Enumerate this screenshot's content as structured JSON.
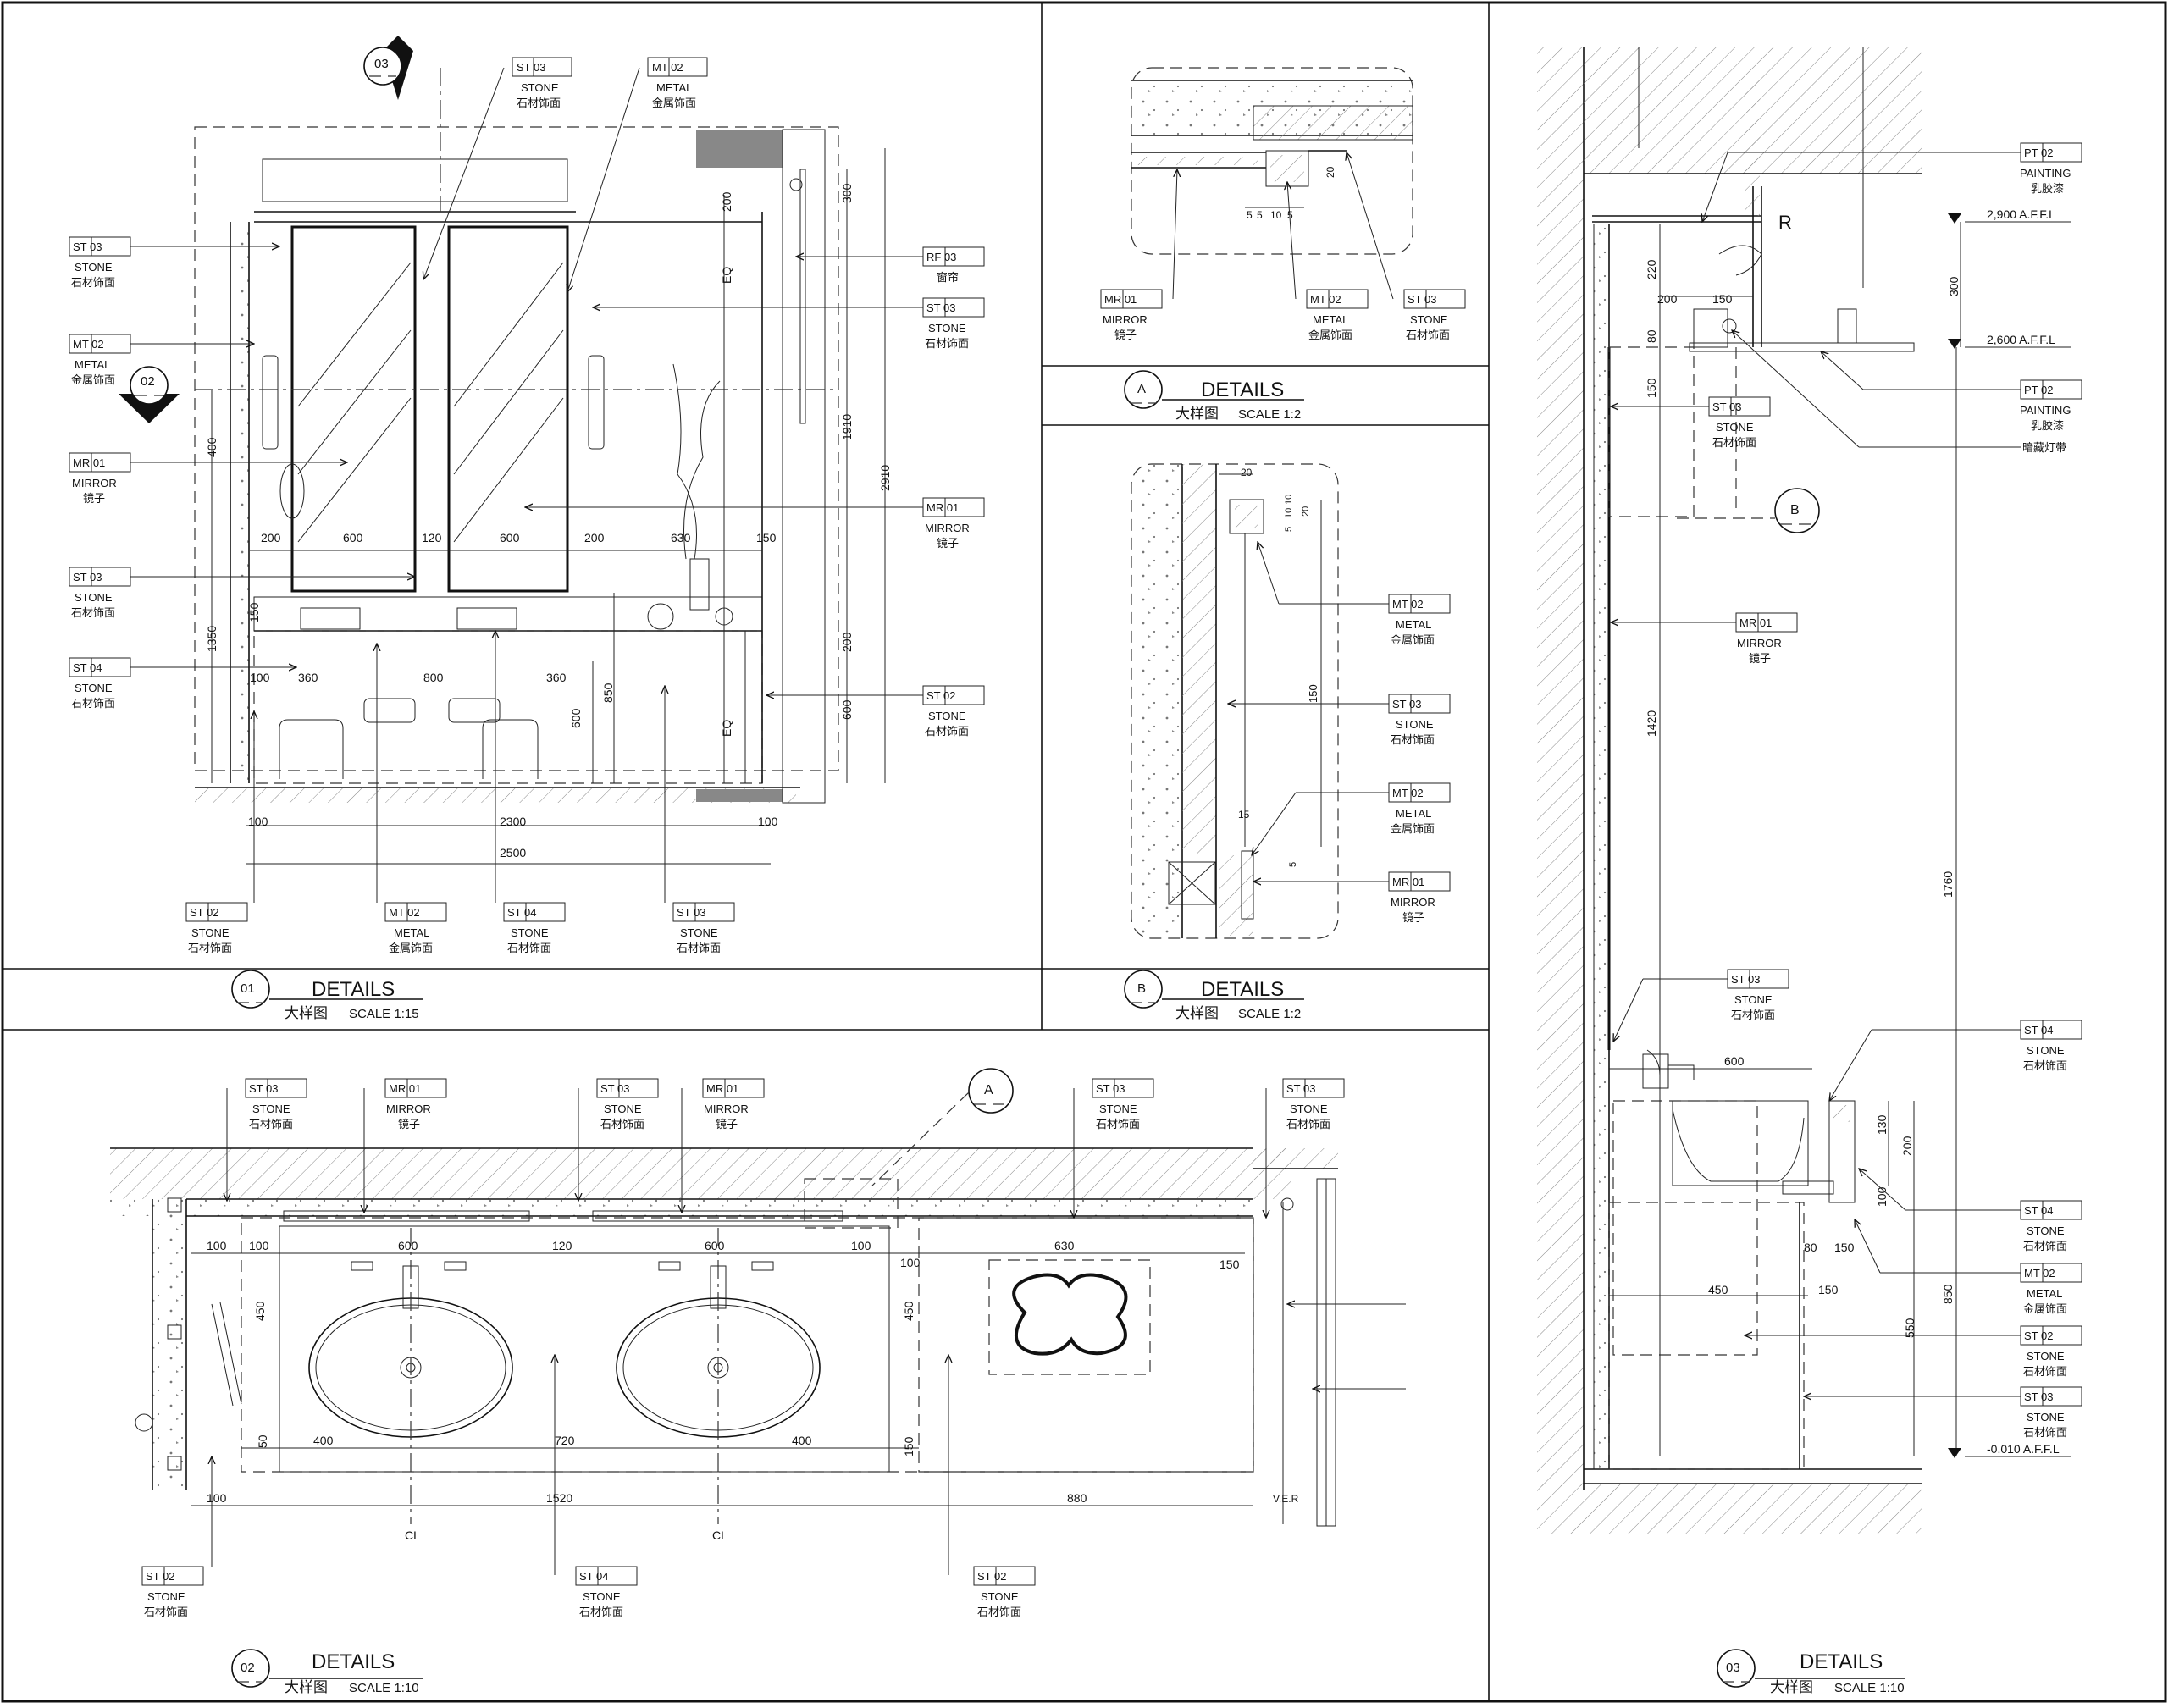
{
  "tag_codes": {
    "st03": "ST 03",
    "st02": "ST 02",
    "st04": "ST 04",
    "mt02": "MT 02",
    "mr01": "MR 01",
    "rf03": "RF 03",
    "pt02": "PT 02"
  },
  "materials": {
    "stone_en": "STONE",
    "stone_cn": "石材饰面",
    "metal_en": "METAL",
    "metal_cn": "金属饰面",
    "mirror_en": "MIRROR",
    "mirror_cn": "镜子",
    "curtain_cn": "窗帘",
    "painting_en": "PAINTING",
    "painting_cn": "乳胶漆",
    "led_cn": "暗藏灯带"
  },
  "titles": {
    "details": "DETAILS",
    "detail_cn": "大样图",
    "scale_1_15": "SCALE  1:15",
    "scale_1_2": "SCALE  1:2",
    "scale_1_10": "SCALE  1:10"
  },
  "markers": {
    "a": "A",
    "b": "B",
    "m01": "01",
    "m02": "02",
    "m03": "03"
  },
  "dims_elev": [
    "200",
    "600",
    "120",
    "600",
    "200",
    "630",
    "150",
    "300",
    "200",
    "1910",
    "2910",
    "200",
    "600",
    "EQ",
    "EQ",
    "400",
    "1350",
    "150",
    "100",
    "360",
    "800",
    "360",
    "850",
    "600",
    "100",
    "2300",
    "100",
    "2500"
  ],
  "dims_plan": [
    "100",
    "100",
    "600",
    "120",
    "600",
    "100",
    "100",
    "630",
    "150",
    "450",
    "450",
    "400",
    "720",
    "400",
    "50",
    "150",
    "100",
    "1520",
    "880",
    "V.E.R",
    "CL",
    "CL"
  ],
  "dims_a": [
    "5",
    "5",
    "10",
    "5",
    "20"
  ],
  "dims_b": [
    "20",
    "5",
    "10",
    "10",
    "20",
    "150",
    "15",
    "5"
  ],
  "dims_sec": [
    "220",
    "200",
    "150",
    "80",
    "150",
    "1420",
    "600",
    "450",
    "80",
    "150",
    "150",
    "130",
    "200",
    "100",
    "300",
    "1760",
    "850",
    "550"
  ],
  "levels": {
    "l2900": "2,900  A.F.F.L",
    "l2600": "2,600  A.F.F.L",
    "l0010": "-0.010  A.F.F.L"
  }
}
